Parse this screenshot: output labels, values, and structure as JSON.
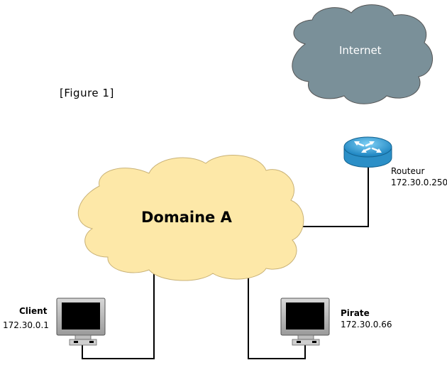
{
  "figure_label": "[Figure 1]",
  "internet": {
    "label": "Internet",
    "color": "#7a9099"
  },
  "domain": {
    "label": "Domaine A",
    "color": "#fde8a8"
  },
  "router": {
    "name": "Routeur",
    "ip": "172.30.0.250",
    "color": "#2b8fc7"
  },
  "client": {
    "name": "Client",
    "ip": "172.30.0.1"
  },
  "pirate": {
    "name": "Pirate",
    "ip": "172.30.0.66"
  }
}
